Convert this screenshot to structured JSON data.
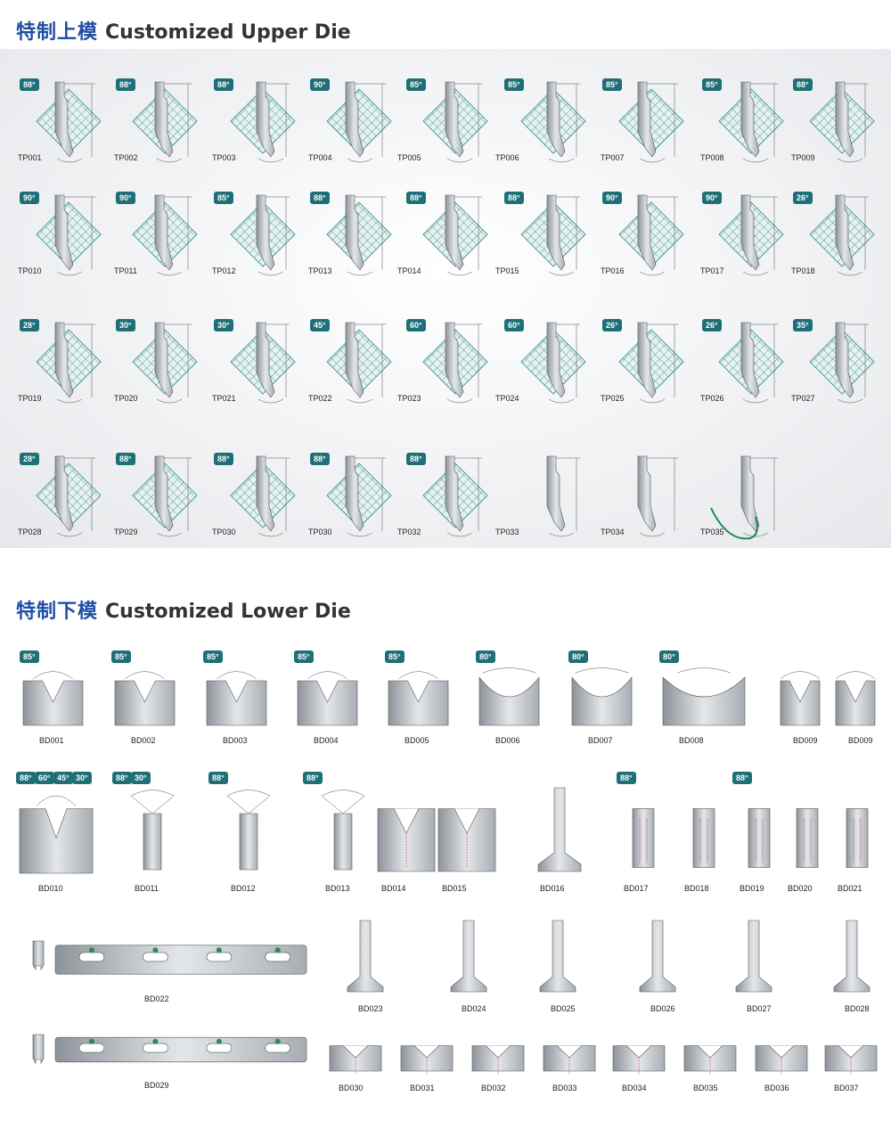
{
  "upper": {
    "title_cn": "特制上模",
    "title_en": "Customized Upper Die",
    "items": [
      {
        "code": "TP001",
        "angle": "88°"
      },
      {
        "code": "TP002",
        "angle": "88°"
      },
      {
        "code": "TP003",
        "angle": "88°"
      },
      {
        "code": "TP004",
        "angle": "90°"
      },
      {
        "code": "TP005",
        "angle": "85°"
      },
      {
        "code": "TP006",
        "angle": "85°"
      },
      {
        "code": "TP007",
        "angle": "85°"
      },
      {
        "code": "TP008",
        "angle": "85°"
      },
      {
        "code": "TP009",
        "angle": "88°"
      },
      {
        "code": "TP010",
        "angle": "90°"
      },
      {
        "code": "TP011",
        "angle": "90°"
      },
      {
        "code": "TP012",
        "angle": "85°"
      },
      {
        "code": "TP013",
        "angle": "88°"
      },
      {
        "code": "TP014",
        "angle": "88°"
      },
      {
        "code": "TP015",
        "angle": "88°"
      },
      {
        "code": "TP016",
        "angle": "90°"
      },
      {
        "code": "TP017",
        "angle": "90°"
      },
      {
        "code": "TP018",
        "angle": "26°"
      },
      {
        "code": "TP019",
        "angle": "28°"
      },
      {
        "code": "TP020",
        "angle": "30°"
      },
      {
        "code": "TP021",
        "angle": "30°"
      },
      {
        "code": "TP022",
        "angle": "45°"
      },
      {
        "code": "TP023",
        "angle": "60°"
      },
      {
        "code": "TP024",
        "angle": "60°"
      },
      {
        "code": "TP025",
        "angle": "26°"
      },
      {
        "code": "TP026",
        "angle": "26°"
      },
      {
        "code": "TP027",
        "angle": "35°"
      },
      {
        "code": "TP028",
        "angle": "28°"
      },
      {
        "code": "TP029",
        "angle": "88°"
      },
      {
        "code": "TP030",
        "angle": "88°"
      },
      {
        "code": "TP030",
        "angle": "88°"
      },
      {
        "code": "TP032",
        "angle": "88°"
      },
      {
        "code": "TP033",
        "angle": ""
      },
      {
        "code": "TP034",
        "angle": ""
      },
      {
        "code": "TP035",
        "angle": ""
      }
    ]
  },
  "lower": {
    "title_cn": "特制下模",
    "title_en": "Customized Lower Die",
    "row1": [
      {
        "code": "BD001",
        "angle": "85°"
      },
      {
        "code": "BD002",
        "angle": "85°"
      },
      {
        "code": "BD003",
        "angle": "85°"
      },
      {
        "code": "BD004",
        "angle": "85°"
      },
      {
        "code": "BD005",
        "angle": "85°"
      },
      {
        "code": "BD006",
        "angle": "80°"
      },
      {
        "code": "BD007",
        "angle": "80°"
      },
      {
        "code": "BD008",
        "angle": "80°"
      },
      {
        "code": "BD009",
        "angle": ""
      },
      {
        "code": "BD009",
        "angle": ""
      }
    ],
    "row2": [
      {
        "code": "BD010",
        "angles": [
          "88°",
          "60°",
          "45°",
          "30°"
        ]
      },
      {
        "code": "BD011",
        "angles": [
          "88°",
          "30°"
        ]
      },
      {
        "code": "BD012",
        "angles": [
          "88°"
        ]
      },
      {
        "code": "BD013",
        "angles": [
          "88°"
        ]
      },
      {
        "code": "BD014",
        "angles": []
      },
      {
        "code": "BD015",
        "angles": []
      },
      {
        "code": "BD016",
        "angles": []
      },
      {
        "code": "BD017",
        "angles": [
          "88°"
        ]
      },
      {
        "code": "BD018",
        "angles": []
      },
      {
        "code": "BD019",
        "angles": [
          "88°"
        ]
      },
      {
        "code": "BD020",
        "angles": []
      },
      {
        "code": "BD021",
        "angles": []
      }
    ],
    "row3": [
      "BD022",
      "BD023",
      "BD024",
      "BD025",
      "BD026",
      "BD027",
      "BD028"
    ],
    "row4": [
      "BD029",
      "BD030",
      "BD031",
      "BD032",
      "BD033",
      "BD034",
      "BD035",
      "BD036",
      "BD037"
    ]
  },
  "colors": {
    "accent_blue": "#1f4fa3",
    "badge_teal": "#1f6f76",
    "mesh_teal": "#2a8a86",
    "die_gray": "#b9bec4"
  }
}
